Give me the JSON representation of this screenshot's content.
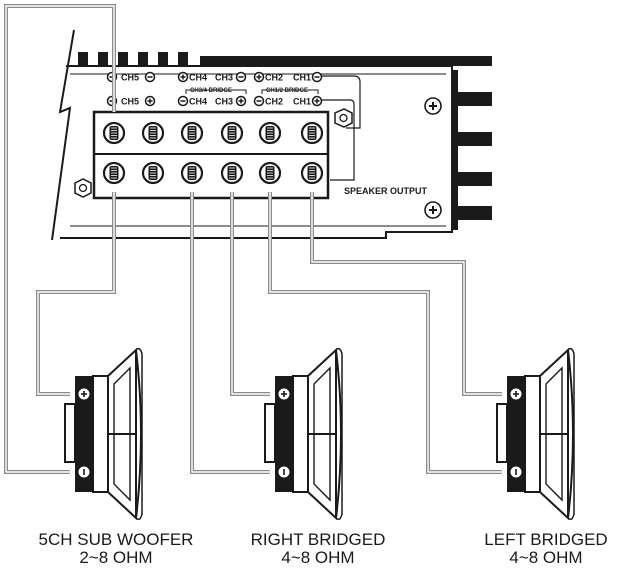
{
  "amplifier": {
    "row1": {
      "ch5": "CH5",
      "ch4": "CH4",
      "ch3": "CH3",
      "ch2": "CH2",
      "ch1": "CH1"
    },
    "row2": {
      "ch5": "CH5",
      "ch4": "CH4",
      "ch3": "CH3",
      "ch2": "CH2",
      "ch1": "CH1"
    },
    "bridge_34": "CH3/4 BRIDGE",
    "bridge_12": "CH1/2 BRIDGE",
    "speaker_output": "SPEAKER OUTPUT"
  },
  "speakers": [
    {
      "name": "5CH SUB WOOFER",
      "impedance": "2~8 OHM"
    },
    {
      "name": "RIGHT BRIDGED",
      "impedance": "4~8 OHM"
    },
    {
      "name": "LEFT BRIDGED",
      "impedance": "4~8 OHM"
    }
  ],
  "colors": {
    "ink": "#1a1a1a",
    "wire": "#8a8a8a"
  }
}
